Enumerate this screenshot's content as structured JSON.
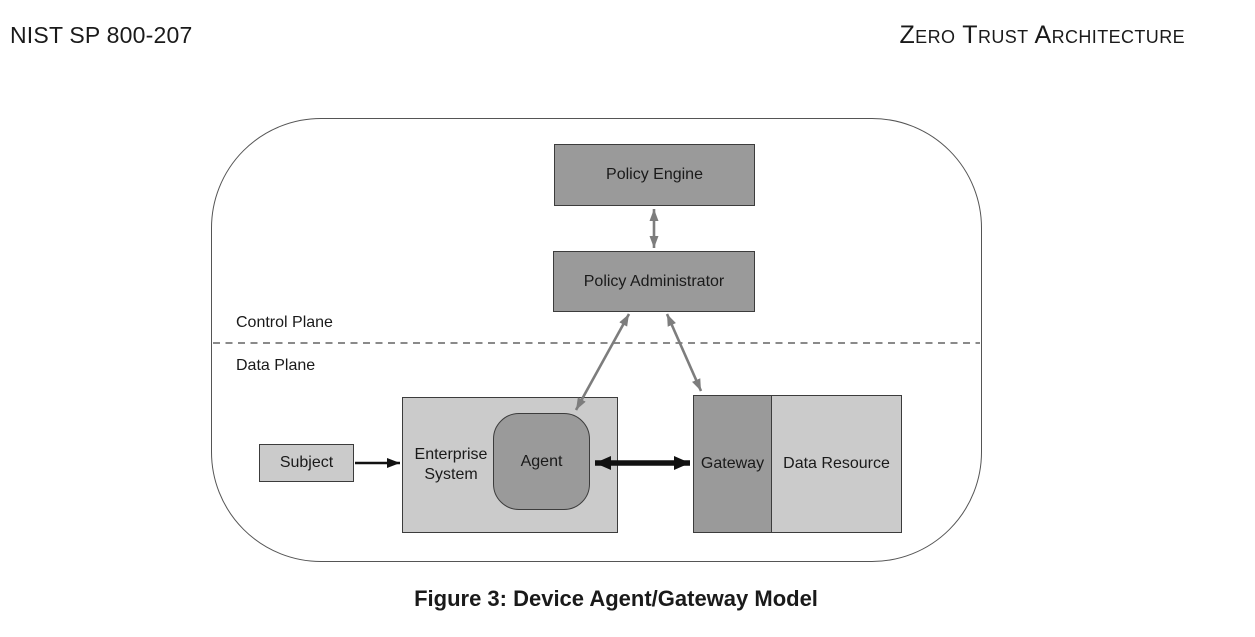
{
  "header": {
    "left": "NIST SP 800-207",
    "right": "Zero Trust Architecture"
  },
  "diagram": {
    "planes": {
      "control": "Control Plane",
      "data": "Data Plane"
    },
    "nodes": {
      "policy_engine": "Policy Engine",
      "policy_administrator": "Policy Administrator",
      "subject": "Subject",
      "enterprise_system": "Enterprise System",
      "agent": "Agent",
      "gateway": "Gateway",
      "data_resource": "Data Resource"
    },
    "edges": [
      {
        "from": "Policy Engine",
        "to": "Policy Administrator",
        "direction": "bidirectional",
        "style": "gray"
      },
      {
        "from": "Policy Administrator",
        "to": "Agent",
        "direction": "bidirectional",
        "style": "gray"
      },
      {
        "from": "Policy Administrator",
        "to": "Gateway",
        "direction": "bidirectional",
        "style": "gray"
      },
      {
        "from": "Subject",
        "to": "Enterprise System",
        "direction": "forward",
        "style": "black"
      },
      {
        "from": "Agent",
        "to": "Gateway",
        "direction": "bidirectional",
        "style": "black-thick"
      }
    ],
    "colors": {
      "node_dark": "#9a9a9a",
      "node_light": "#cbcbcb",
      "node_border": "#3c3c3c",
      "arrow_gray": "#7d7d7d",
      "arrow_black": "#111111",
      "boundary": "#555555"
    }
  },
  "caption": "Figure 3: Device Agent/Gateway Model"
}
